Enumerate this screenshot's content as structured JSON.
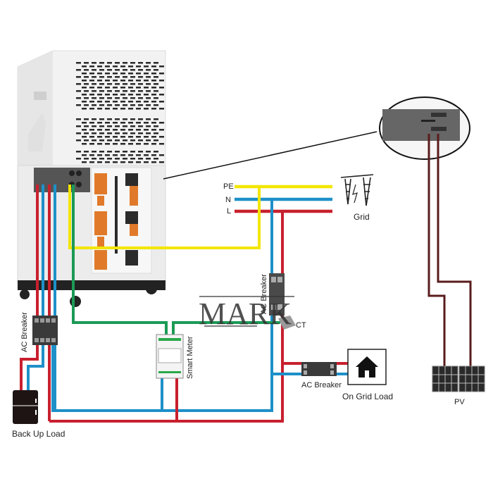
{
  "title": "Hybrid inverter energy storage wiring diagram",
  "colors": {
    "pe": "#f2e600",
    "n": "#1e90c8",
    "l": "#c8202e",
    "comm": "#1b9a55",
    "pv": "#5a1c1c",
    "device": "#3a3a3a",
    "cabinet": "#eeeeee"
  },
  "grid": {
    "label": "Grid",
    "lines": {
      "pe": "PE",
      "n": "N",
      "l": "L"
    }
  },
  "ac_breaker_grid": {
    "label": "AC Breaker",
    "label_visible": "ACBreaker"
  },
  "ct": {
    "label": "CT"
  },
  "smart_meter": {
    "label": "Smart Meter"
  },
  "ac_breaker_backup": {
    "label": "AC Breaker"
  },
  "backup_load": {
    "label": "Back Up Load"
  },
  "ac_breaker_ongrid": {
    "label": "AC Breaker"
  },
  "on_grid_load": {
    "label": "On Grid Load"
  },
  "pv": {
    "label": "PV"
  },
  "watermark": {
    "text": "MARK"
  }
}
